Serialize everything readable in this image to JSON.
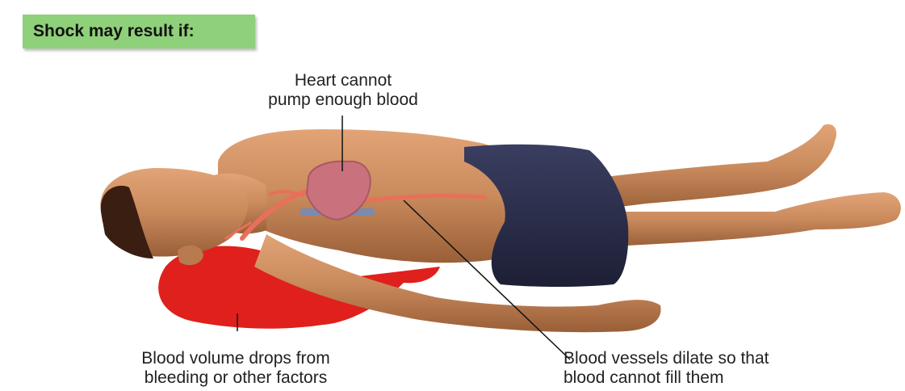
{
  "title": "Shock may result if:",
  "labels": {
    "heart": [
      "Heart cannot",
      "pump enough blood"
    ],
    "volume": [
      "Blood volume drops from",
      "bleeding or other factors"
    ],
    "vessels": [
      "Blood vessels dilate so that",
      "blood cannot fill them"
    ]
  },
  "colors": {
    "title_background": "#8fd07a",
    "skin": "#c98a5c",
    "shorts": "#2a2d48",
    "blood": "#e0201c",
    "heart": "#c9727e",
    "vessels": "#e8705a"
  }
}
